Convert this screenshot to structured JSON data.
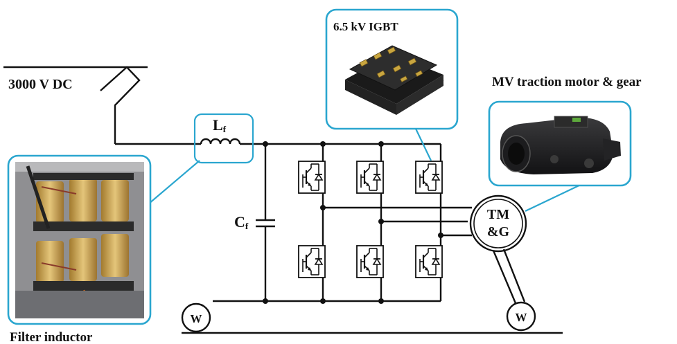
{
  "labels": {
    "dc_supply": "3000 V DC",
    "inductor_symbol": "L",
    "inductor_sub": "f",
    "capacitor_symbol": "C",
    "capacitor_sub": "f",
    "igbt_callout": "6.5 kV IGBT",
    "motor_callout": "MV traction motor & gear",
    "filter_callout": "Filter inductor",
    "motor_line1": "TM",
    "motor_line2": "&G",
    "wheel_left": "W",
    "wheel_right": "W"
  },
  "colors": {
    "callout_border": "#2aa6cf",
    "line": "#111111"
  },
  "icons": {
    "igbt_photo": "igbt-module-photo",
    "motor_photo": "traction-motor-gear-photo",
    "inductor_photo": "filter-inductor-photo"
  }
}
